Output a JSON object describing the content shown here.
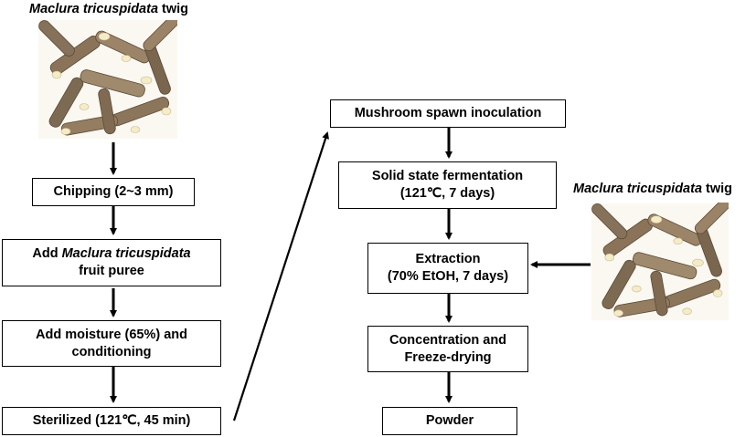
{
  "twig_label": {
    "italic": "Maclura tricuspidata",
    "plain": " twig"
  },
  "left_steps": {
    "chipping": "Chipping (2~3 mm)",
    "add_puree_prefix": "Add ",
    "add_puree_italic": "Maclura tricuspidata",
    "add_puree_line2": "fruit puree",
    "moisture_line1": "Add moisture (65%) and",
    "moisture_line2": "conditioning",
    "sterilized": "Sterilized (121℃, 45 min)"
  },
  "right_steps": {
    "spawn": "Mushroom spawn inoculation",
    "ssf_line1": "Solid state fermentation",
    "ssf_line2": "(121℃, 7 days)",
    "extraction_line1": "Extraction",
    "extraction_line2": "(70% EtOH, 7 days)",
    "concentration_line1": "Concentration and",
    "concentration_line2": "Freeze-drying",
    "powder": "Powder"
  }
}
